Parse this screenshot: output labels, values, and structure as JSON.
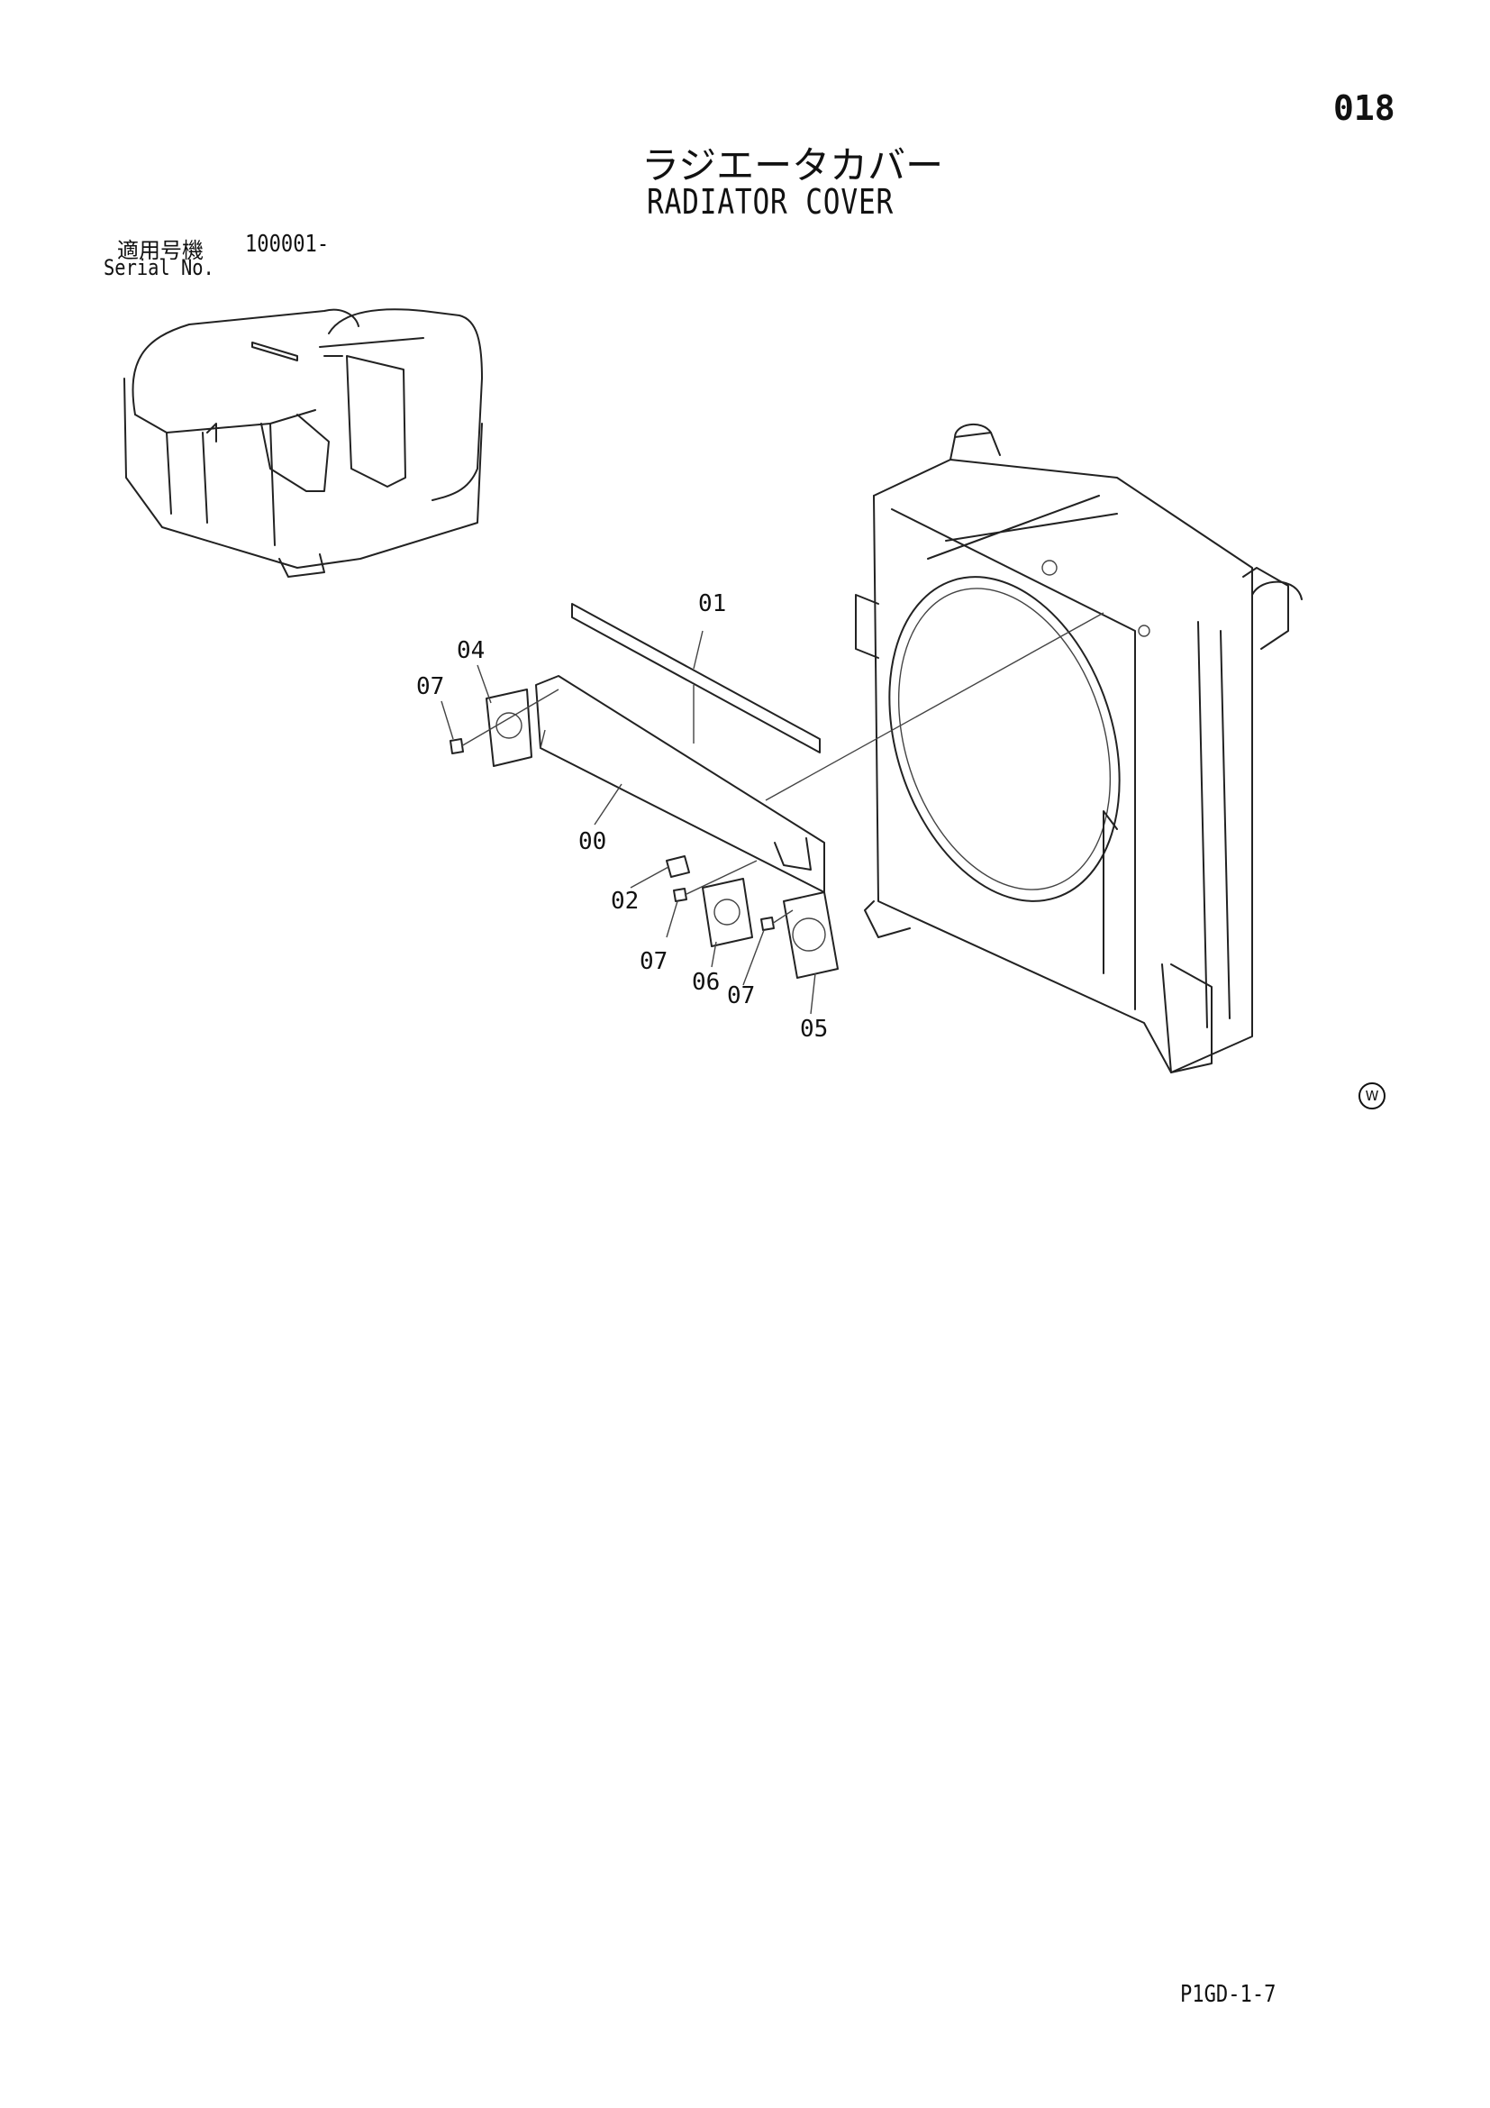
{
  "header": {
    "page_number": "018",
    "title_jp": "ラジエータカバー",
    "title_en": "RADIATOR COVER"
  },
  "serial": {
    "label_jp": "適用号機",
    "value": "100001-",
    "label_en": "Serial No."
  },
  "callouts": [
    "01",
    "04",
    "07",
    "00",
    "02",
    "07",
    "06",
    "07",
    "05"
  ],
  "footer": {
    "w_mark": "W",
    "doc_code": "P1GD-1-7"
  }
}
